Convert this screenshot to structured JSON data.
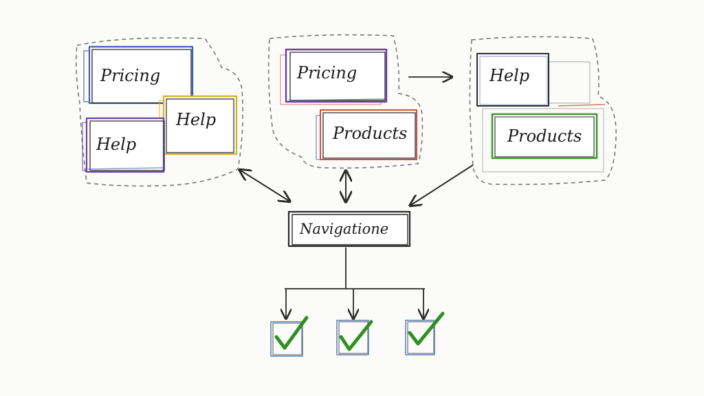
{
  "colors": {
    "blue": "#3a5fb0",
    "purple": "#6b3fa8",
    "yellow": "#d8b42a",
    "red": "#d0503c",
    "green": "#3f9a2e",
    "ink": "#2a2a2a",
    "check": "#2f8f22",
    "checkbox": "#7f9cc8"
  },
  "groups": [
    {
      "name": "group-left",
      "cards": [
        {
          "label": "Pricing",
          "accent": "blue"
        },
        {
          "label": "Help",
          "accent": "yellow"
        },
        {
          "label": "Help",
          "accent": "purple"
        }
      ]
    },
    {
      "name": "group-middle",
      "cards": [
        {
          "label": "Pricing",
          "accent": "purple"
        },
        {
          "label": "Products",
          "accent": "red"
        }
      ]
    },
    {
      "name": "group-right",
      "cards": [
        {
          "label": "Help",
          "accent": "ink"
        },
        {
          "label": "Products",
          "accent": "green"
        }
      ]
    }
  ],
  "navigation": {
    "label": "Navigatione"
  },
  "checklist": [
    {
      "icon": "checkmark-icon"
    },
    {
      "icon": "checkmark-icon"
    },
    {
      "icon": "checkmark-icon"
    }
  ]
}
